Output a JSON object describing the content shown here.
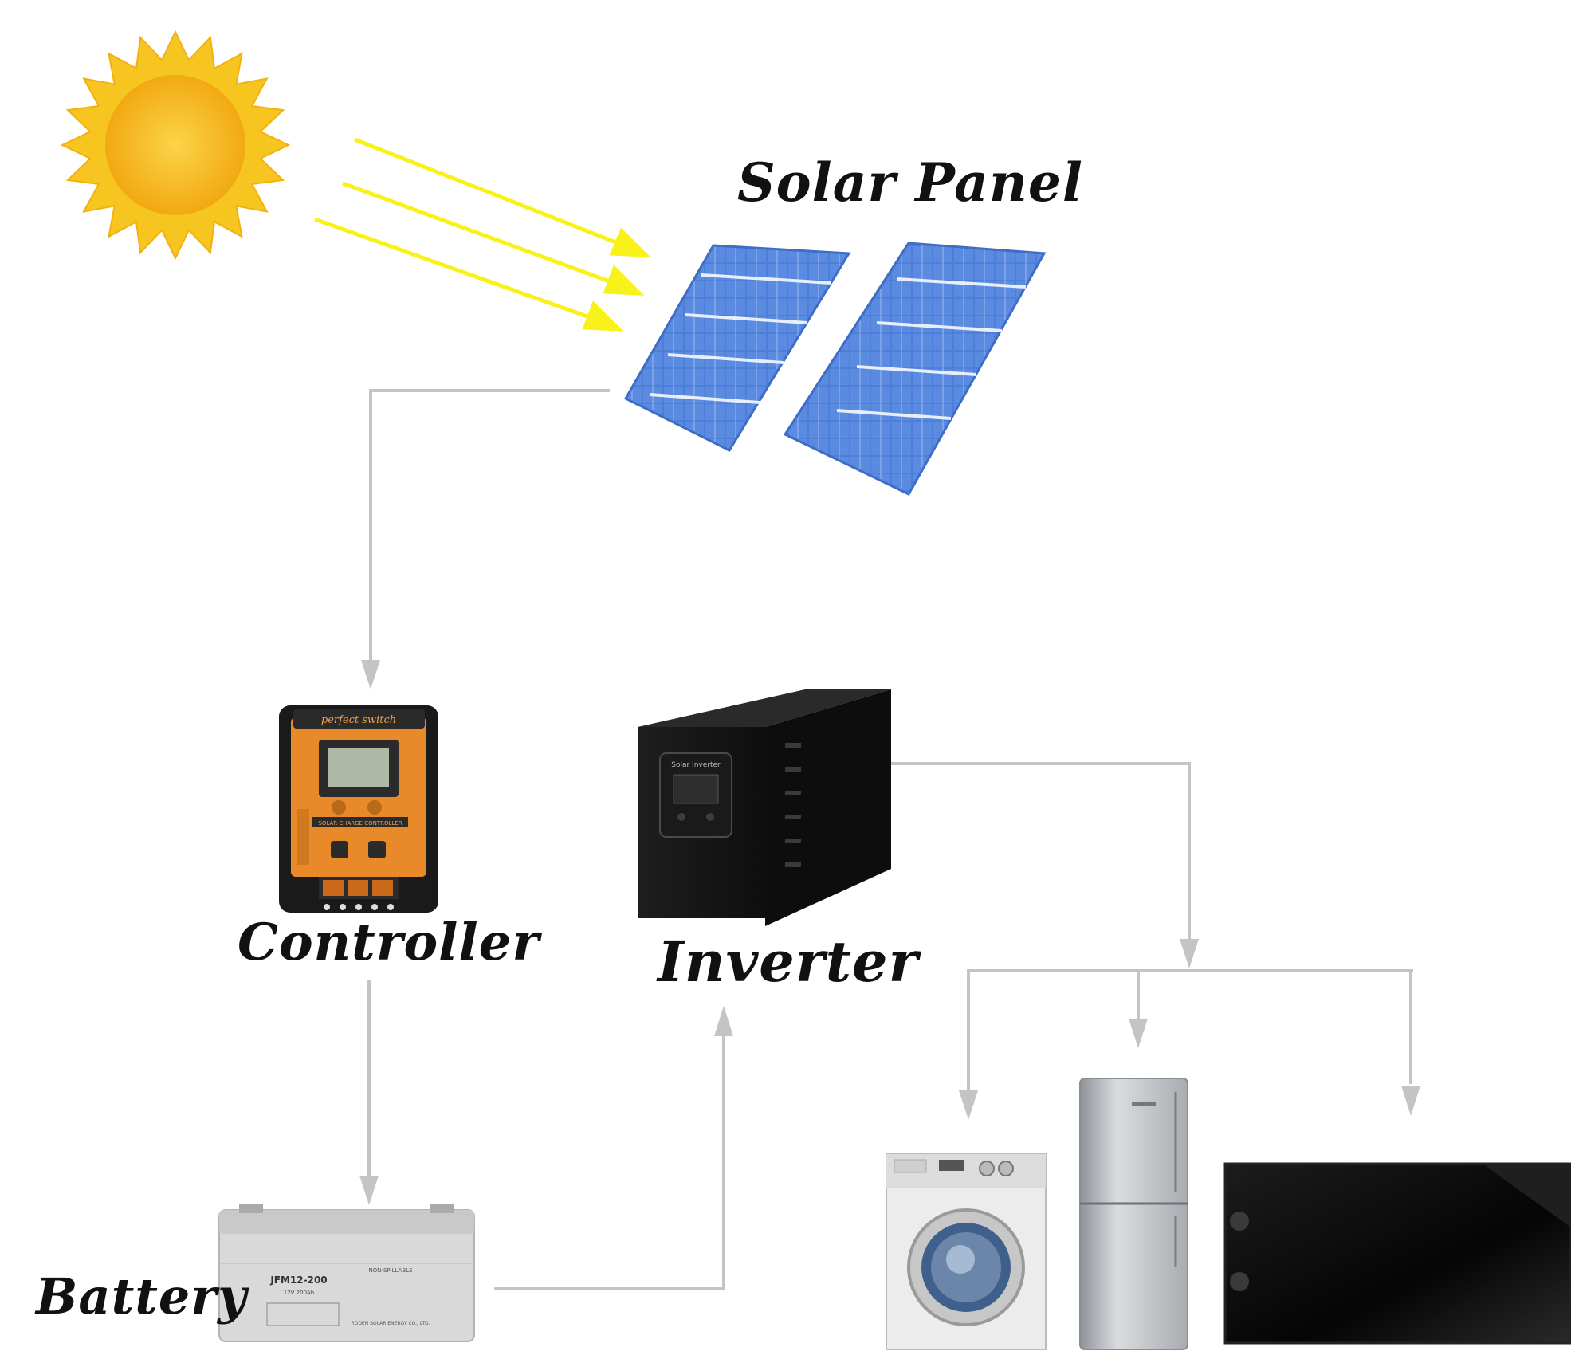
{
  "labels": {
    "solar_panel": "Solar Panel",
    "controller": "Controller",
    "inverter": "Inverter",
    "battery": "Battery"
  },
  "devices": {
    "controller_brand": "perfect switch",
    "controller_strip": "SOLAR CHARGE CONTROLLER",
    "inverter_badge": "Solar Inverter",
    "battery_model": "JFM12-200",
    "battery_subtitle": "12V 200Ah",
    "battery_spill": "NON-SPILLABLE",
    "battery_maker": "RODEN SOLAR ENERGY CO., LTD."
  },
  "colors": {
    "sun_outer": "#f7c51f",
    "sun_inner": "#f5b416",
    "ray": "#f8f21a",
    "connector": "#c4c4c4",
    "panel_cell": "#4d7dd6",
    "controller_body": "#e88a2a",
    "inverter_body": "#151515",
    "battery_body": "#dcdcdc",
    "appliance_silver": "#b9bcc0",
    "tv_screen": "#0a0a0a"
  }
}
